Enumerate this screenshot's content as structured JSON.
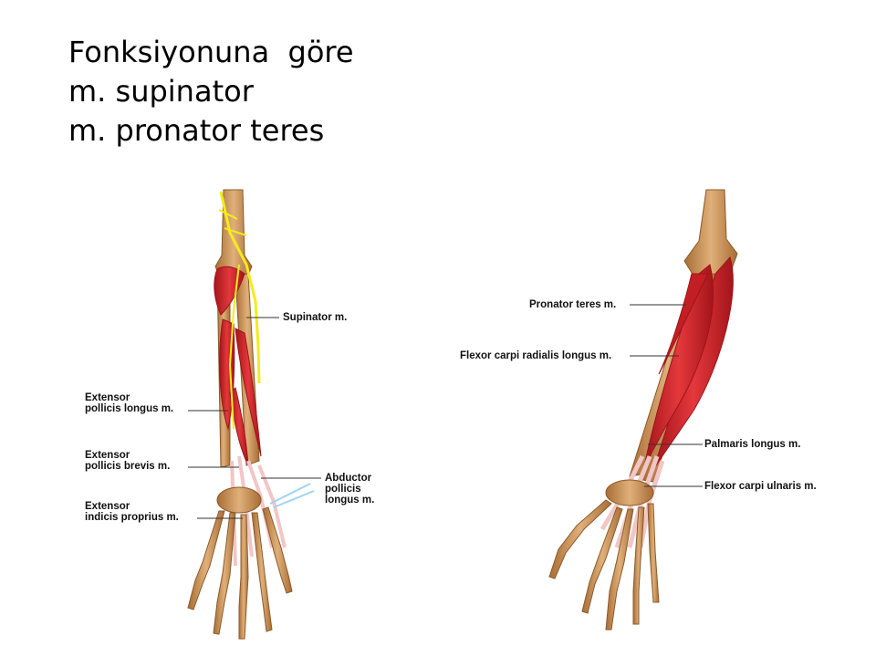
{
  "title": {
    "line1": "Fonksiyonuna  göre",
    "line2": "m. supinator",
    "line3": "m. pronator teres"
  },
  "left_figure": {
    "labels": {
      "supinator": "Supinator m.",
      "epl_1": "Extensor",
      "epl_2": "pollicis longus m.",
      "epb_1": "Extensor",
      "epb_2": "pollicis brevis m.",
      "eip_1": "Extensor",
      "eip_2": "indicis proprius m.",
      "apl_1": "Abductor",
      "apl_2": "pollicis",
      "apl_3": "longus m."
    }
  },
  "right_figure": {
    "labels": {
      "pronator": "Pronator teres m.",
      "fcr": "Flexor carpi radialis longus m.",
      "pl": "Palmaris longus m.",
      "fcu": "Flexor carpi ulnaris m."
    }
  },
  "colors": {
    "bone": "#c9914f",
    "bone_dark": "#8a5a2b",
    "muscle": "#d8262b",
    "muscle_dark": "#9e1418",
    "tendon": "#f2c6c6",
    "nerve": "#f3ec1c",
    "vessel": "#9fd3f0"
  }
}
